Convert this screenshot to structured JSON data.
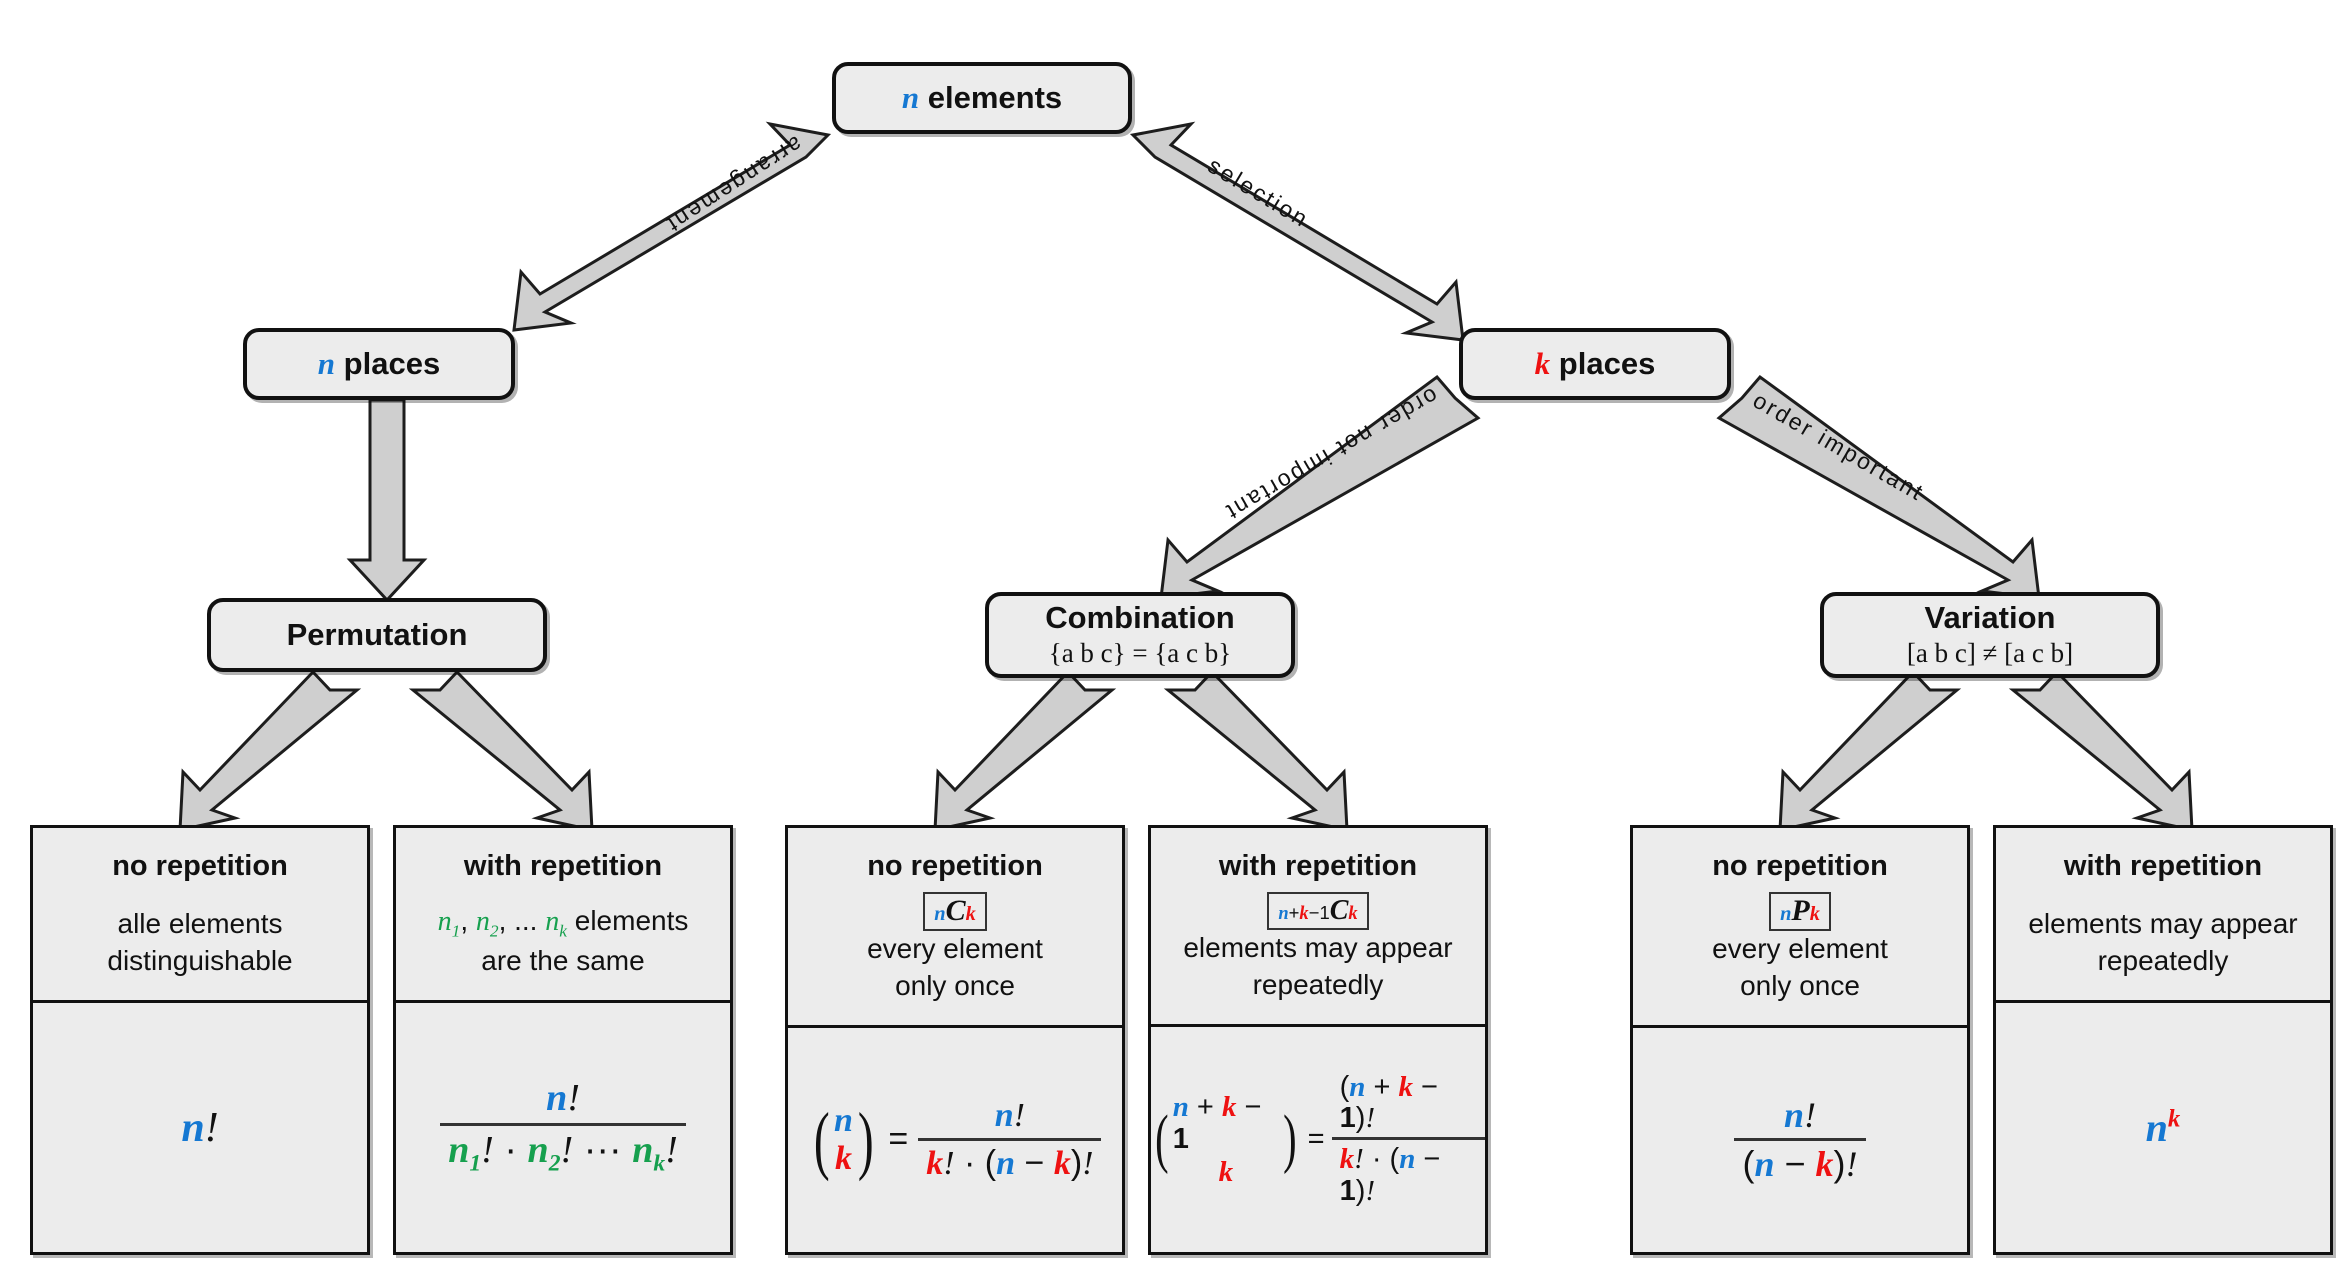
{
  "diagram": {
    "title": "Combinatorics decision tree",
    "colors": {
      "n": "#1578d2",
      "k": "#ee1111",
      "subscript_n": "#16a04e",
      "node_fill": "#ececec",
      "node_border": "#111111",
      "arrow_fill": "#cfcfcf"
    }
  },
  "root": {
    "label_var": "n",
    "label_text": "elements"
  },
  "edges": {
    "arrangement": "arrangement",
    "selection": "selection",
    "order_not_important": "order not important",
    "order_important": "order important"
  },
  "level2": {
    "left": {
      "var": "n",
      "text": "places"
    },
    "right": {
      "var": "k",
      "text": "places"
    }
  },
  "level3": [
    {
      "name": "Permutation",
      "note": ""
    },
    {
      "name": "Combination",
      "note": "{a b c} = {a c b}"
    },
    {
      "name": "Variation",
      "note": "[a b c] ≠ [a c b]"
    }
  ],
  "leaves": [
    {
      "heading": "no repetition",
      "symbol": "",
      "desc_line1": "alle elements",
      "desc_line2": "distinguishable",
      "formula": "n!"
    },
    {
      "heading": "with repetition",
      "symbol": "",
      "desc_line1": "n1, n2, ... nk elements",
      "desc_line2": "are the same",
      "formula": "n! / (n1! · n2! ··· nk!)"
    },
    {
      "heading": "no repetition",
      "symbol": "nCk",
      "desc_line1": "every element",
      "desc_line2": "only once",
      "formula": "(n over k) = n! / (k! · (n − k)!)"
    },
    {
      "heading": "with repetition",
      "symbol": "n+k-1Ck",
      "desc_line1": "elements may appear",
      "desc_line2": "repeatedly",
      "formula": "(n + k − 1 over k) = (n + k − 1)! / (k! · (n − 1)!)"
    },
    {
      "heading": "no repetition",
      "symbol": "nPk",
      "desc_line1": "every element",
      "desc_line2": "only once",
      "formula": "n! / (n − k)!"
    },
    {
      "heading": "with repetition",
      "symbol": "",
      "desc_line1": "elements may appear",
      "desc_line2": "repeatedly",
      "formula": "n^k"
    }
  ]
}
